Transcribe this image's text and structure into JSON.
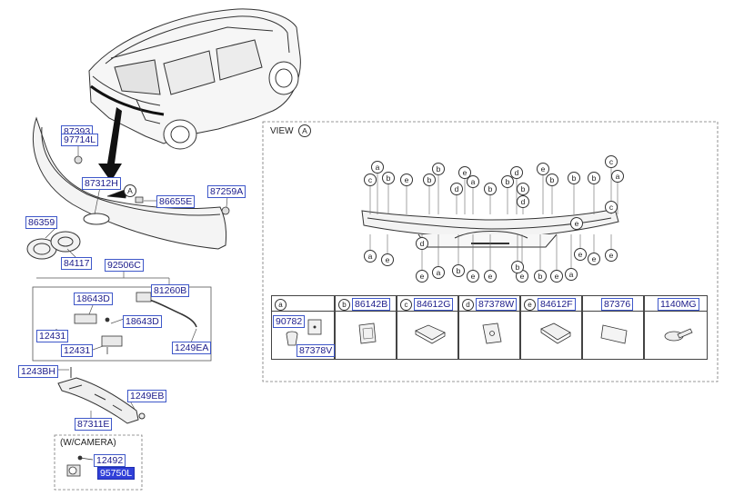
{
  "main_labels": {
    "p87393": "87393",
    "p97714l": "97714L",
    "p87312h": "87312H",
    "p86655e": "86655E",
    "p87259a": "87259A",
    "p86359": "86359",
    "p84117": "84117",
    "p92506c": "92506C",
    "p18643d_a": "18643D",
    "p81260b": "81260B",
    "p18643d_b": "18643D",
    "p12431_a": "12431",
    "p12431_b": "12431",
    "p1249ea": "1249EA",
    "p1243bh": "1243BH",
    "p1249eb": "1249EB",
    "p87311e": "87311E",
    "p12492": "12492",
    "p95750l": "95750L"
  },
  "camera_caption": "(W/CAMERA)",
  "view": {
    "title": "VIEW",
    "marker": "A",
    "top_markers": [
      "c",
      "a",
      "b",
      "e",
      "b",
      "b",
      "d",
      "e",
      "a",
      "b",
      "b",
      "d",
      "b",
      "e",
      "b",
      "b",
      "b",
      "a",
      "c"
    ],
    "bottom_markers": [
      "a",
      "e",
      "e",
      "a",
      "b",
      "e",
      "e",
      "e",
      "b",
      "b",
      "e",
      "e",
      "a",
      "e",
      "e"
    ],
    "extra_markers": [
      "d",
      "d",
      "e",
      "c"
    ]
  },
  "callout_letter": "A",
  "table": {
    "headers": [
      {
        "letter": "a",
        "part": ""
      },
      {
        "letter": "b",
        "part": "86142B"
      },
      {
        "letter": "c",
        "part": "84612G"
      },
      {
        "letter": "d",
        "part": "87378W"
      },
      {
        "letter": "e",
        "part": "84612F"
      },
      {
        "letter": "",
        "part": "87376"
      },
      {
        "letter": "",
        "part": "1140MG"
      }
    ],
    "a_parts": [
      "90782",
      "87378V"
    ]
  }
}
